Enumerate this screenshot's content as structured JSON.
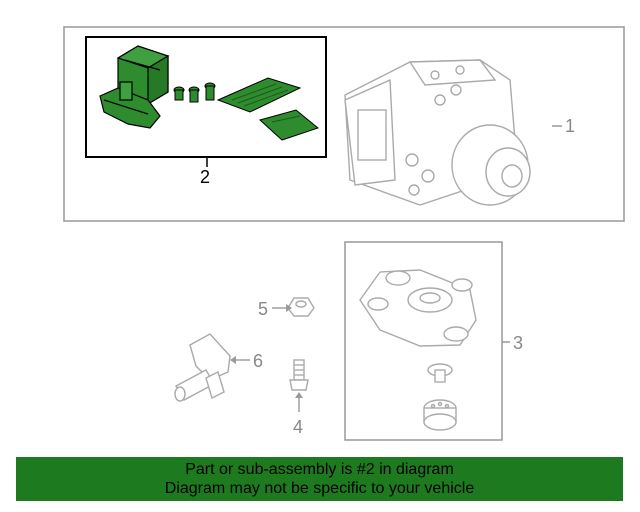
{
  "callouts": {
    "c1": "1",
    "c2": "2",
    "c3": "3",
    "c4": "4",
    "c5": "5",
    "c6": "6"
  },
  "banner": {
    "line1": "Part or sub-assembly is #2 in diagram",
    "line2": "Diagram may not be specific to your vehicle"
  },
  "colors": {
    "highlight_green": "#2e8b2e",
    "banner_green": "#1e7a1e",
    "line_gray": "#999999"
  }
}
